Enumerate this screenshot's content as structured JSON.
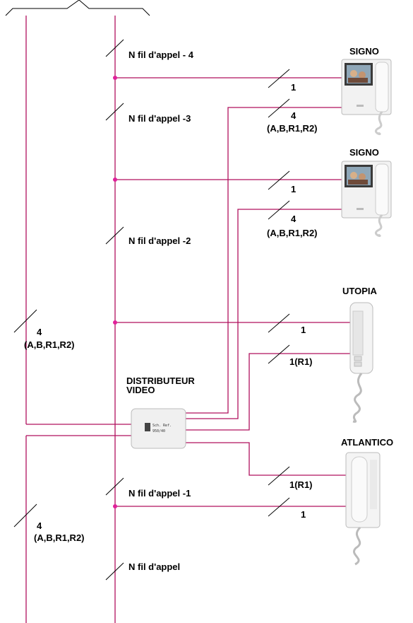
{
  "colors": {
    "wire": "#b0105e",
    "node": "#e0209a",
    "text": "#000000",
    "device_body": "#f2f2f2"
  },
  "devices": {
    "signo_1": "SIGNO",
    "signo_2": "SIGNO",
    "utopia": "UTOPIA",
    "atlantico": "ATLANTICO",
    "distributeur_line1": "DISTRIBUTEUR",
    "distributeur_line2": "VIDEO"
  },
  "call_wire_labels": {
    "n4": "N fil d'appel - 4",
    "n3": "N fil d'appel -3",
    "n2": "N fil d'appel -2",
    "n1": "N fil d'appel -1",
    "n0": "N fil d'appel"
  },
  "connections": {
    "signo1_call": "1",
    "signo1_bus": "4",
    "signo1_bus_detail": "(A,B,R1,R2)",
    "signo2_call": "1",
    "signo2_bus": "4",
    "signo2_bus_detail": "(A,B,R1,R2)",
    "utopia_call": "1",
    "utopia_r1": "1(R1)",
    "atlantico_r1": "1(R1)",
    "atlantico_call": "1"
  },
  "riser": {
    "upper_count": "4",
    "upper_detail": "(A,B,R1,R2)",
    "lower_count": "4",
    "lower_detail": "(A,B,R1,R2)"
  },
  "distributor_box_text": {
    "line1": "Sch. Ref.",
    "line2": "950/40"
  }
}
